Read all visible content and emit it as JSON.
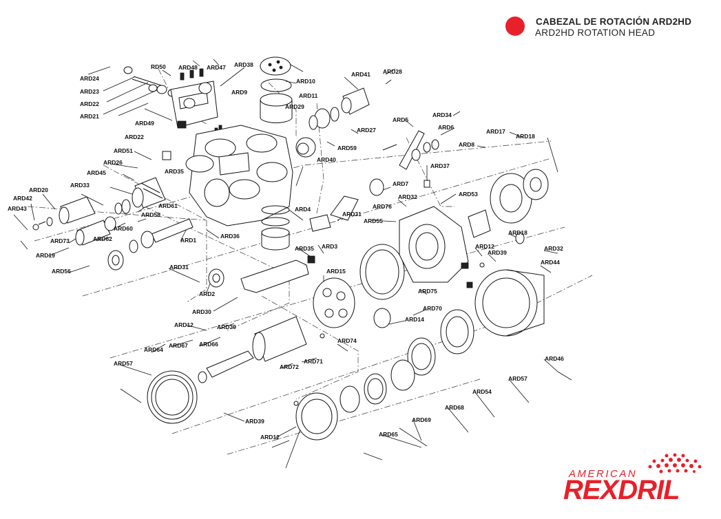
{
  "header": {
    "title": "CABEZAL DE ROTACIÓN ARD2HD",
    "subtitle": "ARD2HD ROTATION HEAD",
    "accent_color": "#e8202a"
  },
  "logo": {
    "top_text": "AMERICAN",
    "main_text": "REXDRIL",
    "color": "#e8202a"
  },
  "labels": {
    "l01": "ARD24",
    "l02": "ARD23",
    "l03": "ARD22",
    "l04": "ARD21",
    "l05": "RD50",
    "l06": "ARD48",
    "l07": "ARD47",
    "l08": "ARD38",
    "l09": "ARD9",
    "l10": "ARD10",
    "l11": "ARD11",
    "l12": "ARD29",
    "l13": "ARD41",
    "l14": "ARD28",
    "l15": "ARD27",
    "l16": "ARD59",
    "l17": "ARD49",
    "l18": "ARD22",
    "l19": "ARD51",
    "l20": "ARD26",
    "l21": "ARD35",
    "l22": "ARD40",
    "l23": "ARD5",
    "l24": "ARD34",
    "l25": "ARD6",
    "l26": "ARD8",
    "l27": "ARD17",
    "l28": "ARD18",
    "l29": "ARD37",
    "l30": "ARD45",
    "l31": "ARD33",
    "l32": "ARD20",
    "l33": "ARD42",
    "l34": "ARD43",
    "l35": "ARD61",
    "l36": "ARD58",
    "l37": "ARD60",
    "l38": "ARD73",
    "l39": "ARD62",
    "l40": "ARD1",
    "l41": "ARD36",
    "l42": "ARD19",
    "l43": "ARD56",
    "l44": "ARD4",
    "l45": "ARD31",
    "l46": "ARD7",
    "l47": "ARD32",
    "l48": "ARD76",
    "l49": "ARD55",
    "l50": "ARD53",
    "l51": "ARD35",
    "l52": "ARD3",
    "l53": "ARD18",
    "l54": "ARD12",
    "l55": "ARD39",
    "l56": "ARD32",
    "l57": "ARD44",
    "l58": "ARD31",
    "l59": "ARD2",
    "l60": "ARD30",
    "l61": "ARD15",
    "l62": "ARD75",
    "l63": "ARD70",
    "l64": "ARD14",
    "l65": "ARD12",
    "l66": "ARD39",
    "l67": "ARD67",
    "l68": "ARD66",
    "l69": "ARD64",
    "l70": "ARD74",
    "l71": "ARD71",
    "l72": "ARD72",
    "l73": "ARD57",
    "l74": "ARD46",
    "l75": "ARD57",
    "l76": "ARD54",
    "l77": "ARD68",
    "l78": "ARD69",
    "l79": "ARD65",
    "l80": "ARD39",
    "l81": "ARD12"
  }
}
